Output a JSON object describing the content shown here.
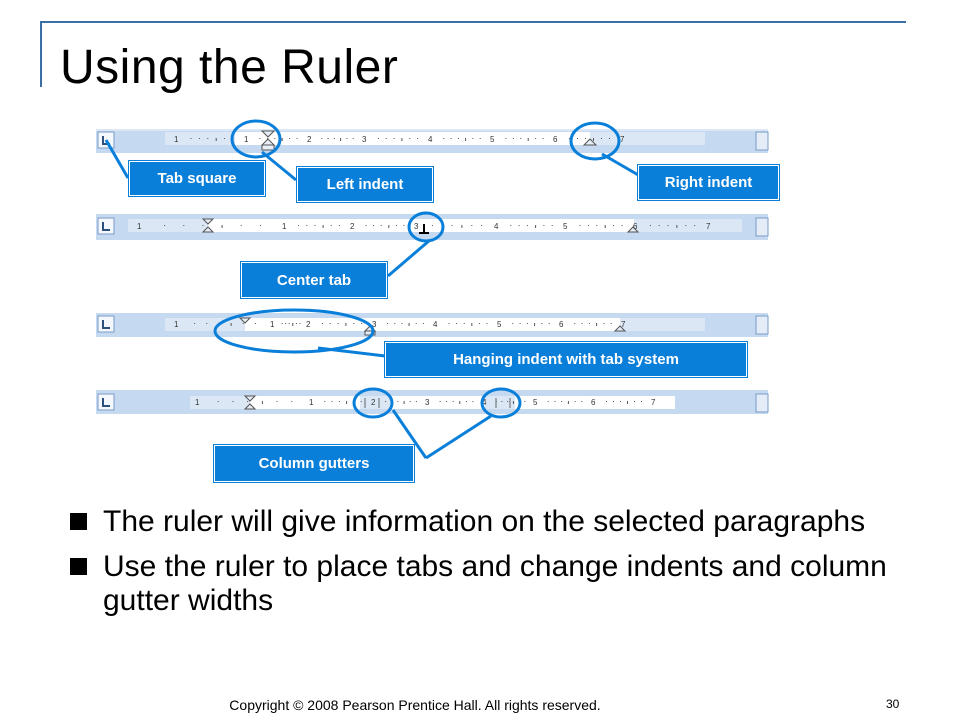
{
  "title": "Using the Ruler",
  "callouts": {
    "tab_square": "Tab square",
    "left_indent": "Left indent",
    "right_indent": "Right indent",
    "center_tab": "Center tab",
    "hanging_indent": "Hanging indent with tab system",
    "column_gutters": "Column gutters"
  },
  "rulers": [
    {
      "name": "ruler-1",
      "numbers": [
        "1",
        "1",
        "2",
        "3",
        "4",
        "5",
        "6",
        "7"
      ]
    },
    {
      "name": "ruler-2",
      "numbers": [
        "1",
        "1",
        "2",
        "3",
        "4",
        "5",
        "6",
        "7"
      ]
    },
    {
      "name": "ruler-3",
      "numbers": [
        "1",
        "1",
        "2",
        "3",
        "4",
        "5",
        "6",
        "7"
      ]
    },
    {
      "name": "ruler-4",
      "numbers": [
        "1",
        "1",
        "2",
        "3",
        "4",
        "5",
        "6",
        "7"
      ]
    }
  ],
  "bullets": [
    "The ruler will give information on the selected paragraphs",
    "Use the ruler to place tabs and change indents and column gutter widths"
  ],
  "footer": {
    "copyright": "Copyright © 2008 Pearson Prentice Hall. All rights reserved.",
    "page_number": "30"
  },
  "colors": {
    "frame": "#3a6ea5",
    "callout": "#0a7fd9",
    "ruler_bg": "#c5d9f1",
    "ruler_white": "#ffffff"
  }
}
